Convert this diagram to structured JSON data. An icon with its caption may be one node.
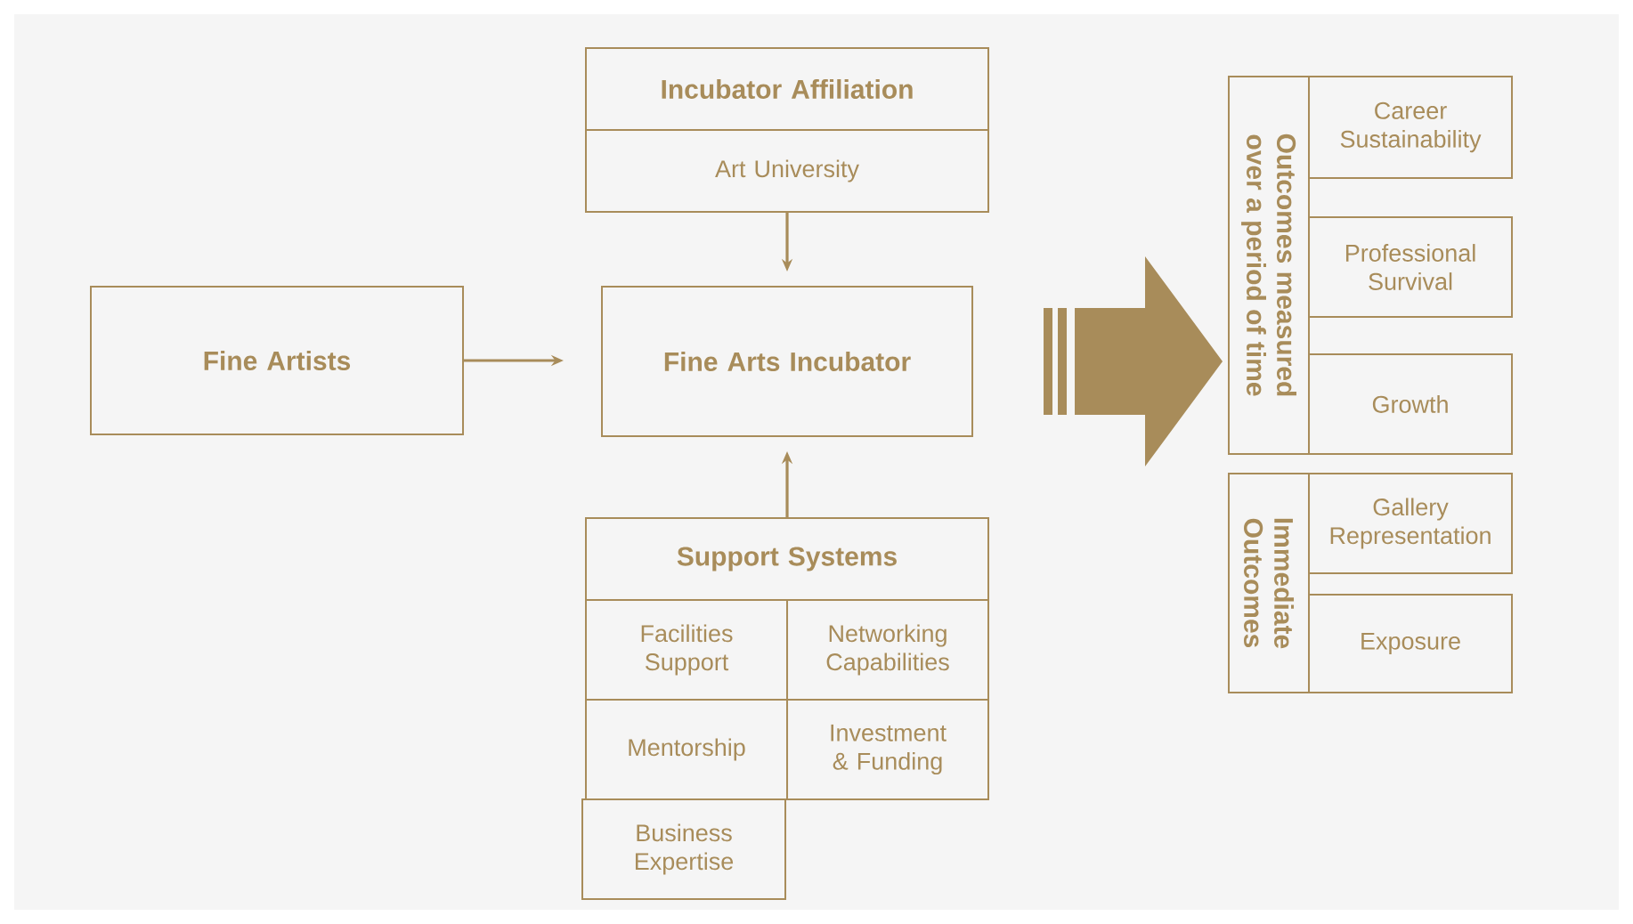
{
  "diagram": {
    "nodes": [
      {
        "text": [
          "Incubator Affiliation"
        ]
      },
      {
        "text": [
          "Art University"
        ]
      },
      {
        "text": [
          "Fine Artists"
        ]
      },
      {
        "text": [
          "Fine Arts Incubator"
        ]
      },
      {
        "text": [
          "Support Systems"
        ]
      },
      {
        "text": [
          "Facilities Support"
        ]
      },
      {
        "text": [
          "Networking Capabilities"
        ]
      },
      {
        "text": [
          "Mentorship"
        ]
      },
      {
        "text": [
          "Investment & Funding"
        ]
      },
      {
        "text": [
          "Business Expertise"
        ]
      },
      {
        "text": [
          "Outcomes measured over a period of time"
        ]
      },
      {
        "text": [
          "Career Sustainability"
        ]
      },
      {
        "text": [
          "Professional Survival"
        ]
      },
      {
        "text": [
          "Growth"
        ]
      },
      {
        "text": [
          "Immediate Outcomes"
        ]
      },
      {
        "text": [
          "Gallery Representation"
        ]
      },
      {
        "text": [
          "Exposure"
        ]
      }
    ],
    "edges": [
      {
        "from": 1,
        "to": 3,
        "arrow": "to"
      },
      {
        "from": 2,
        "to": 3,
        "arrow": "to"
      },
      {
        "from": 4,
        "to": 3,
        "arrow": "to"
      },
      {
        "from": 3,
        "to": 10,
        "arrow": "to",
        "style": "thick"
      }
    ]
  }
}
